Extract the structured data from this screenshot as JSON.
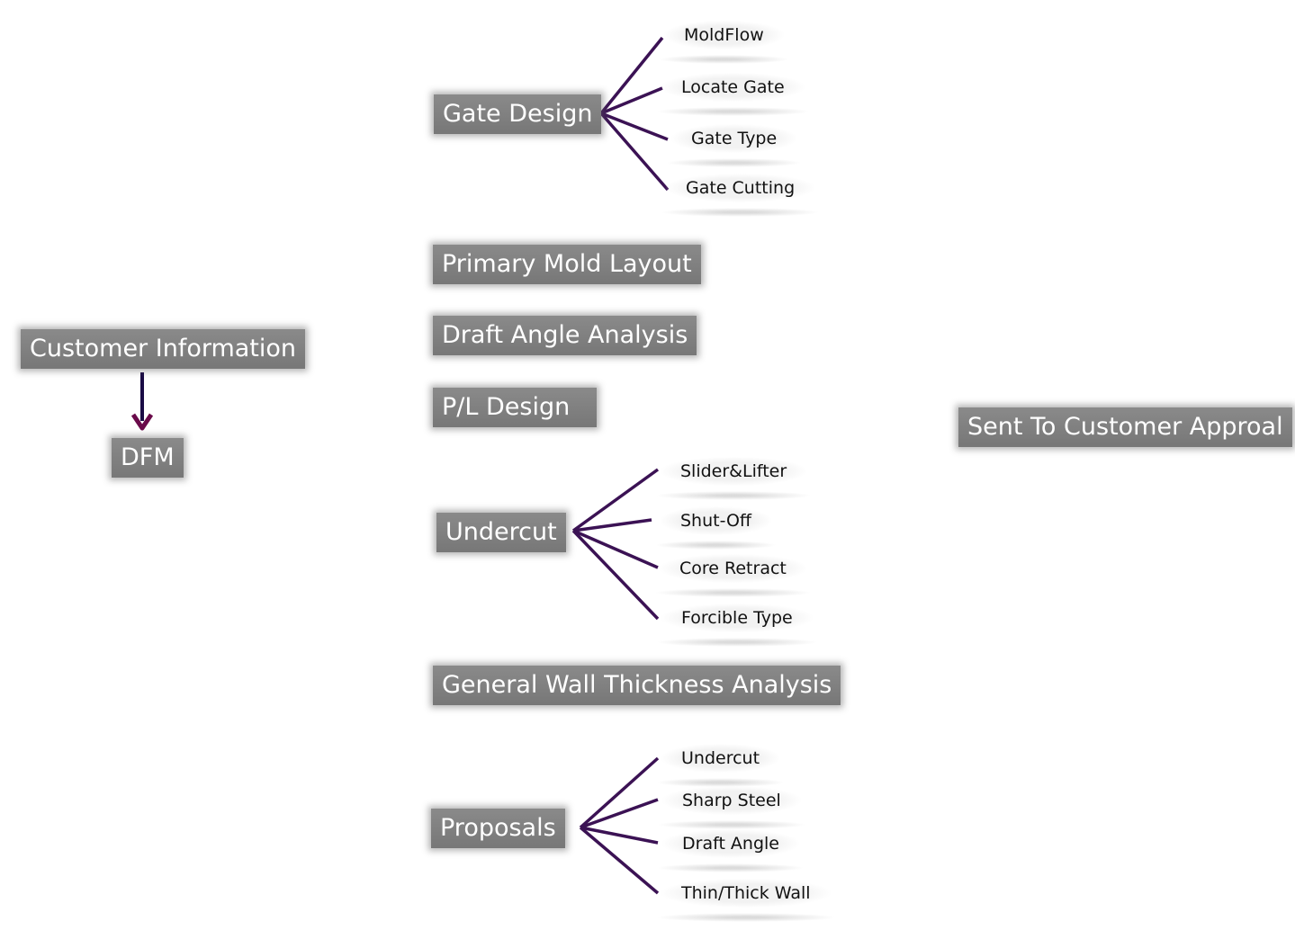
{
  "root": {
    "title": "DFM",
    "source": "Customer Information"
  },
  "branches": [
    {
      "label": "Gate Design",
      "children": [
        "MoldFlow",
        "Locate Gate",
        "Gate Type",
        "Gate Cutting"
      ]
    },
    {
      "label": "Primary Mold Layout",
      "children": []
    },
    {
      "label": "Draft Angle Analysis",
      "children": []
    },
    {
      "label": "P/L Design",
      "children": []
    },
    {
      "label": "Undercut",
      "children": [
        "Slider&Lifter",
        "Shut-Off",
        "Core Retract",
        "Forcible Type"
      ]
    },
    {
      "label": "General Wall Thickness Analysis",
      "children": []
    },
    {
      "label": "Proposals",
      "children": [
        "Undercut",
        "Sharp Steel",
        "Draft Angle",
        "Thin/Thick Wall"
      ]
    }
  ],
  "result": {
    "label": "Sent To Customer Approal"
  },
  "colors": {
    "connector_dark": "#1a0b45",
    "connector_mid": "#6b1045",
    "connector_light": "#f0a020",
    "arrow": "#6a0a4a",
    "box": "#7f7f7f"
  }
}
